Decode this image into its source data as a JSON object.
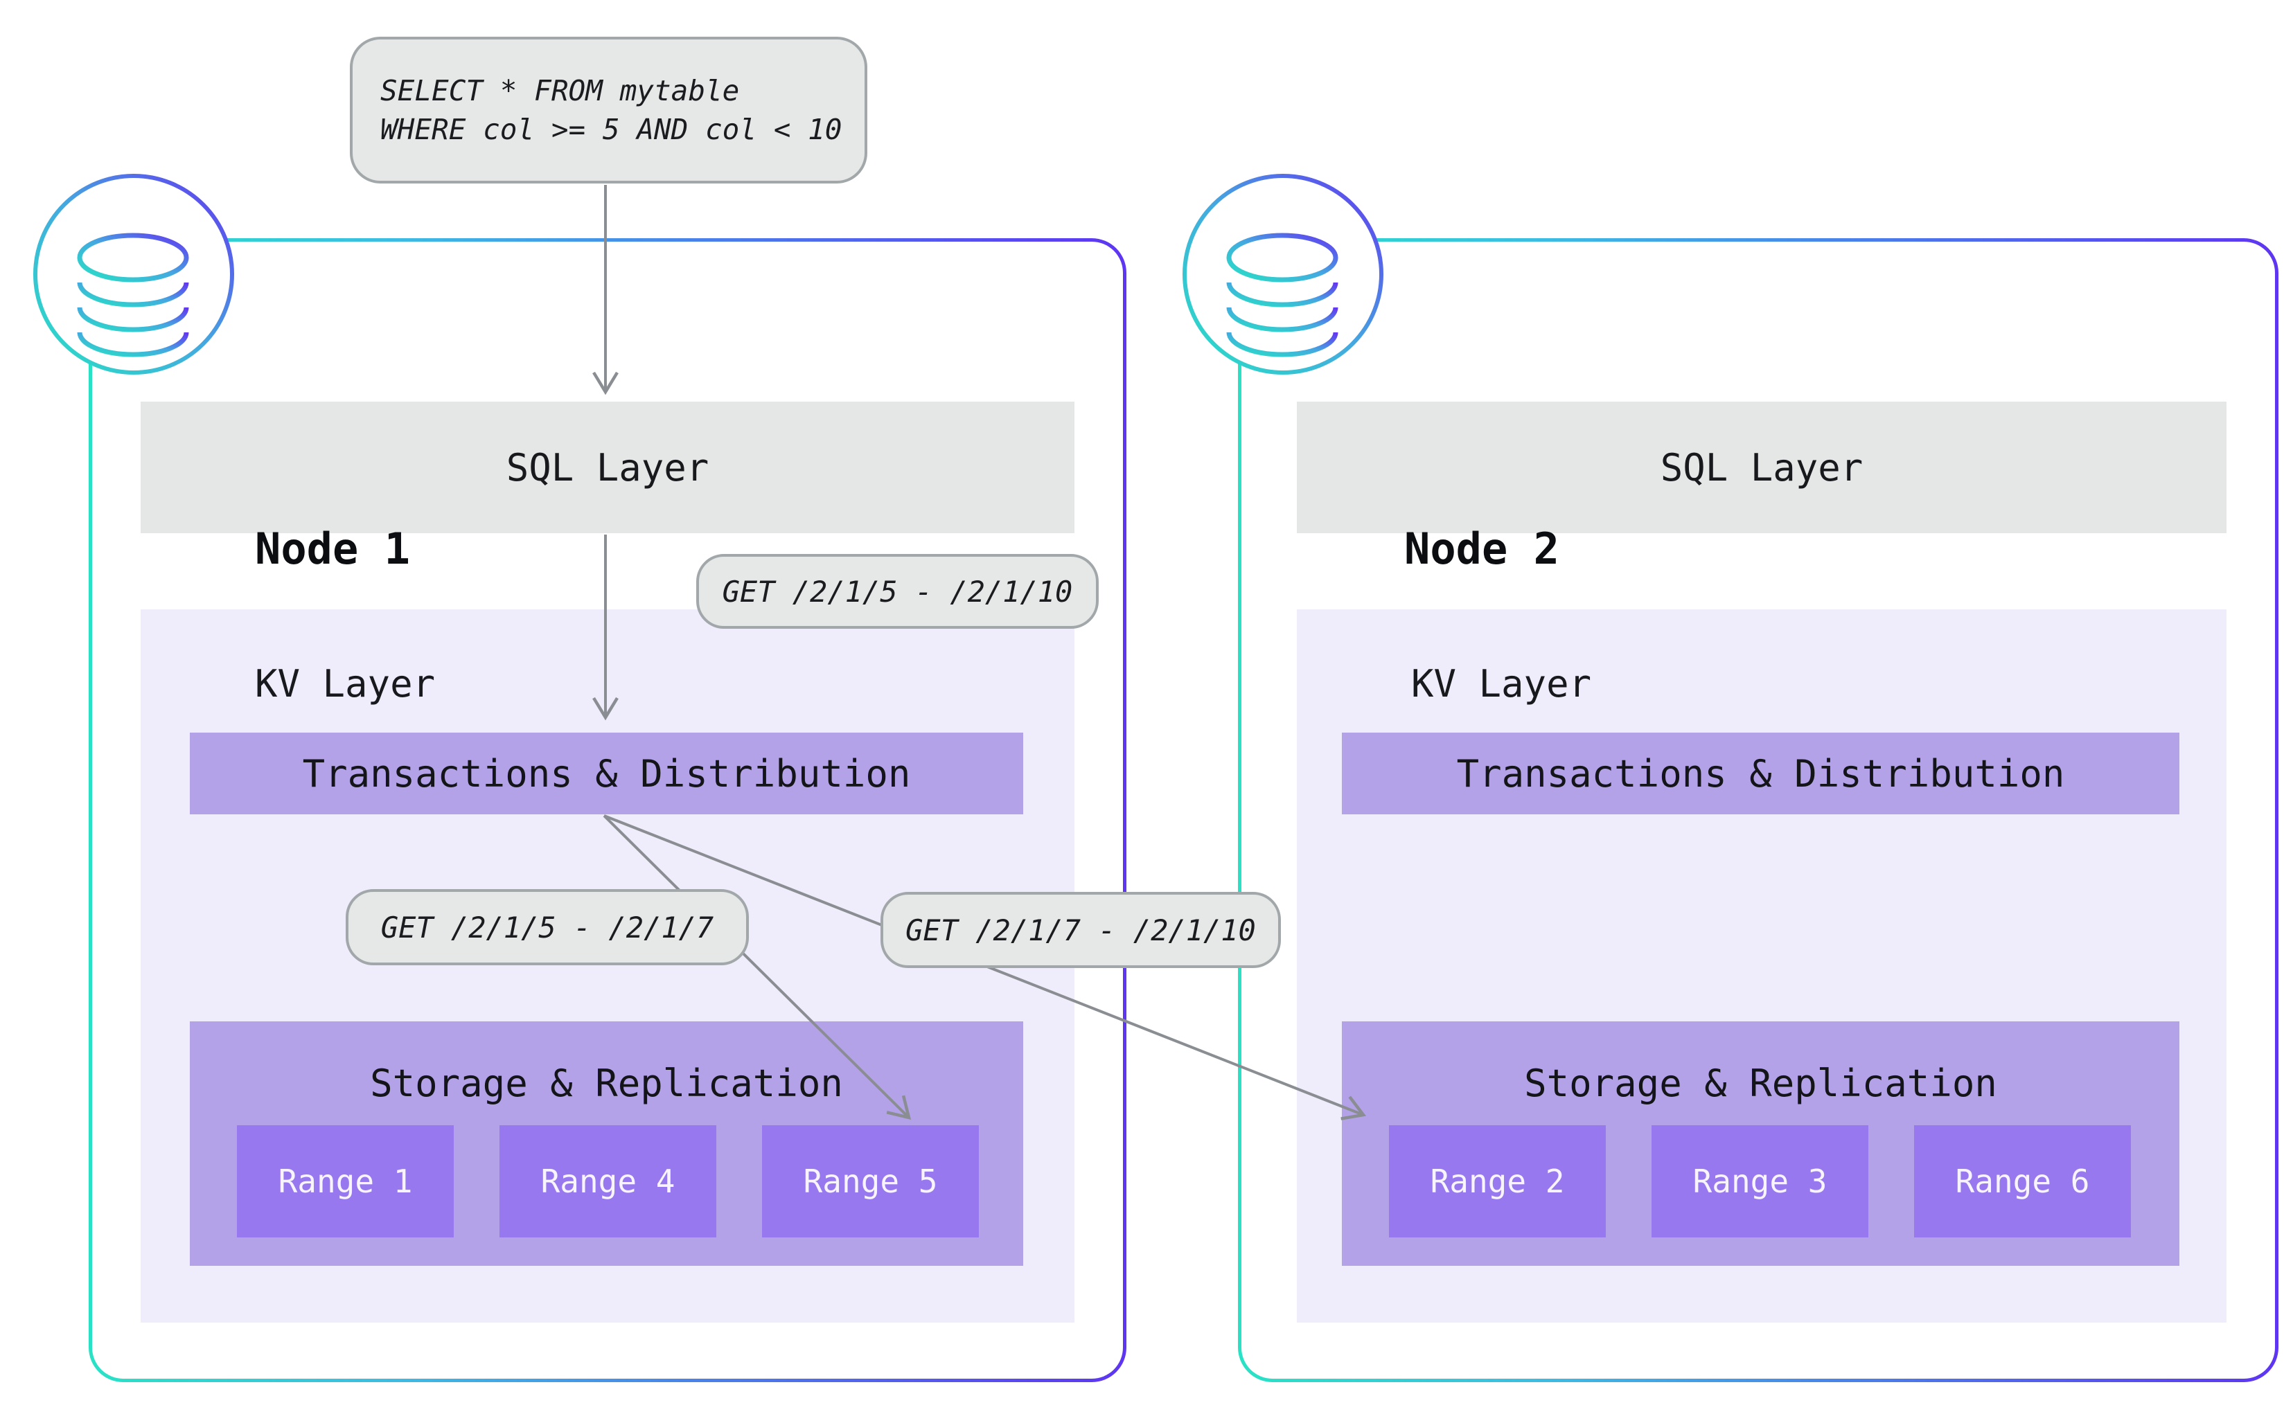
{
  "query_label": {
    "line1": "SELECT * FROM mytable",
    "line2": "WHERE col >= 5 AND col < 10"
  },
  "get_labels": [
    {
      "text": "GET /2/1/5 - /2/1/10"
    },
    {
      "text": "GET /2/1/5 - /2/1/7"
    },
    {
      "text": "GET /2/1/7 - /2/1/10"
    }
  ],
  "nodes": [
    {
      "title": "Node 1",
      "layers": {
        "sql": "SQL Layer",
        "kv": "KV Layer",
        "transactions": "Transactions & Distribution",
        "storage": "Storage & Replication"
      },
      "ranges": [
        "Range 1",
        "Range 4",
        "Range 5"
      ]
    },
    {
      "title": "Node 2",
      "layers": {
        "sql": "SQL Layer",
        "kv": "KV Layer",
        "transactions": "Transactions & Distribution",
        "storage": "Storage & Replication"
      },
      "ranges": [
        "Range 2",
        "Range 3",
        "Range 6"
      ]
    }
  ],
  "colors": {
    "node_border_teal": "#29e2c5",
    "node_border_purple": "#5e35f2",
    "sql_layer_gray": "#e5e7e6",
    "kv_panel_lavender": "#efecfb",
    "purple_bar": "#b4a2e9",
    "range_purple": "#9778ee",
    "arrow_gray": "#8a8e92",
    "label_fill": "#e6e8e7",
    "label_border": "#a2a7aa"
  }
}
